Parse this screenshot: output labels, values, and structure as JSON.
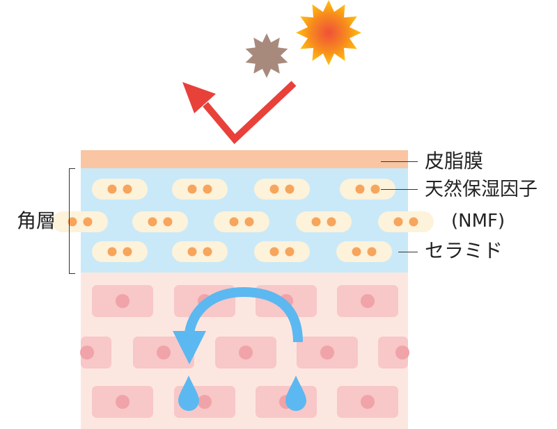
{
  "labels": {
    "sebum": "皮脂膜",
    "nmf_line1": "天然保湿因子",
    "nmf_line2": "(NMF)",
    "ceramide": "セラミド",
    "stratum_corneum": "角層"
  },
  "icons": {
    "sun": "sun-icon",
    "dust": "dust-particle-icon",
    "reflect_arrow": "reflect-arrow-icon",
    "water_cycle_arrow": "curved-arrow-icon",
    "water_drop": "water-drop-icon"
  },
  "colors": {
    "sebum_film": "#F9C5A3",
    "horny_layer": "#C9E9F8",
    "lipid_capsule": "#FDF2DA",
    "nmf_dot": "#F6A55D",
    "epidermis_bg": "#FCE7E0",
    "cell": "#F8C7C8",
    "nucleus": "#F0A3A8",
    "arrow_red": "#E8413A",
    "arrow_blue": "#5CB8F0",
    "sun_yellow": "#FFC20E",
    "sun_core": "#F0503A",
    "dust": "#A88A7D"
  }
}
